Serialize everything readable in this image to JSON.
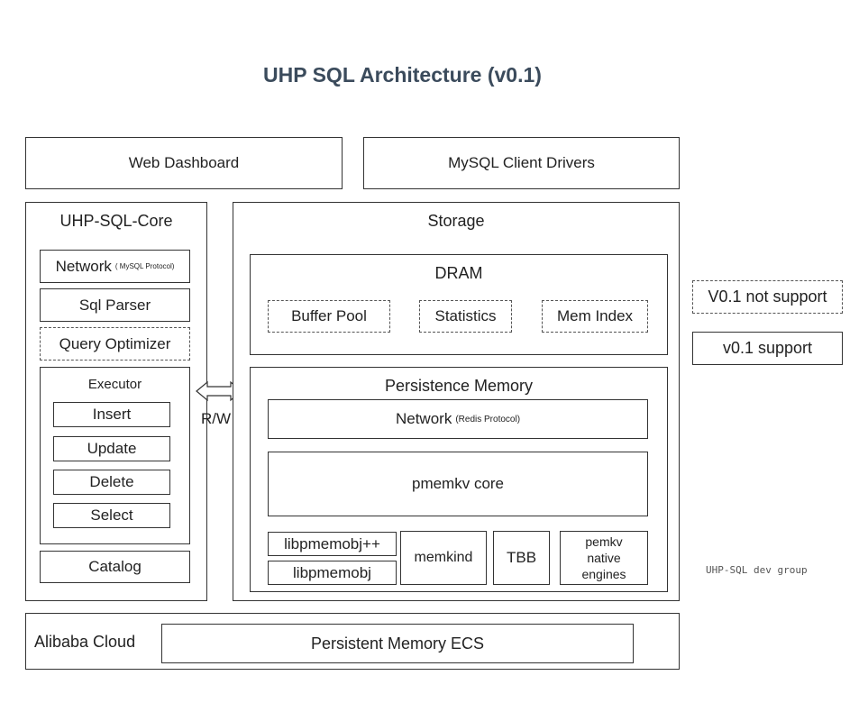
{
  "title": "UHP SQL Architecture (v0.1)",
  "top": {
    "web_dashboard": "Web Dashboard",
    "mysql_client_drivers": "MySQL Client Drivers"
  },
  "core": {
    "title": "UHP-SQL-Core",
    "network": "Network",
    "network_note": "( MySQL Protocol)",
    "sql_parser": "Sql Parser",
    "query_optimizer": "Query Optimizer",
    "executor": {
      "title": "Executor",
      "items": [
        "Insert",
        "Update",
        "Delete",
        "Select"
      ]
    },
    "catalog": "Catalog"
  },
  "rw_label": "R/W",
  "storage": {
    "title": "Storage",
    "dram": {
      "title": "DRAM",
      "items": [
        "Buffer Pool",
        "Statistics",
        "Mem Index"
      ]
    },
    "pmem": {
      "title": "Persistence Memory",
      "network": "Network",
      "network_note": "(Redis Protocol)",
      "core": "pmemkv core",
      "libpmemobjpp": "libpmemobj++",
      "libpmemobj": "libpmemobj",
      "memkind": "memkind",
      "tbb": "TBB",
      "native_engines_l1": "pemkv",
      "native_engines_l2": "native",
      "native_engines_l3": "engines"
    }
  },
  "legend": {
    "not_supported": "V0.1 not support",
    "supported": "v0.1 support"
  },
  "credit": "UHP-SQL dev group",
  "cloud": {
    "label": "Alibaba Cloud",
    "ecs": "Persistent Memory ECS"
  }
}
